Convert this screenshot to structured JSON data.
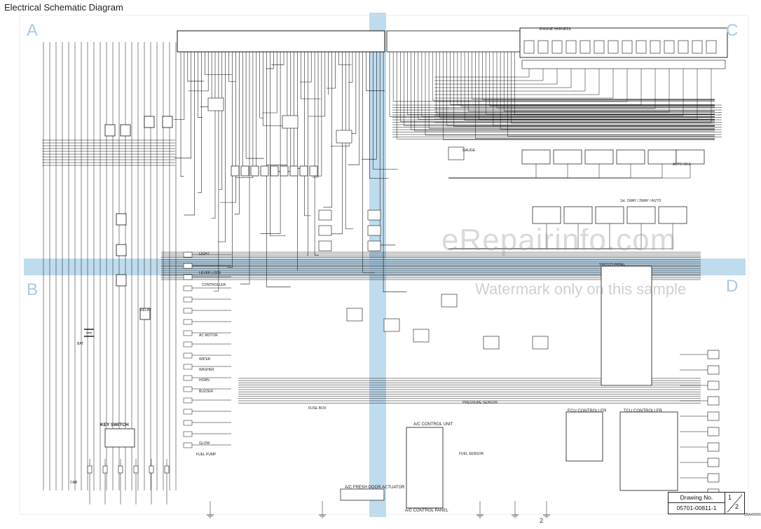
{
  "title": "Electrical Schematic Diagram",
  "zones": [
    "A",
    "B",
    "C",
    "D"
  ],
  "watermark": {
    "site": "eRepairinfo.com",
    "notice": "Watermark only on this sample"
  },
  "page_number": "2",
  "drawing_ref": "2BAA9006",
  "drawing_box": {
    "label": "Drawing No.",
    "number": "05701-00811-1",
    "sheet": "1",
    "of": "2"
  },
  "highlight_color": "#a9cfe8",
  "labels": {
    "key_switch": "KEY SWITCH",
    "ac_control_unit": "A/C CONTROL UNIT",
    "ac_fresh_door": "A/C FRESH DOOR ACTUATOR",
    "ac_control_panel": "A/C CONTROL PANEL",
    "fuel_pump": "FUEL PUMP",
    "lever_lock": "LEVER LOCK",
    "controller": "CONTROLLER",
    "ac_motor": "AC MOTOR",
    "cab": "CAB",
    "engine_harness": "ENGINE HARNESS",
    "switch_panel": "SWITCH PANEL",
    "auto_idle": "AUTO IDLE",
    "fuel_sensor": "FUEL SENSOR",
    "pressure_sensor": "PRESSURE SENSOR",
    "one_way": "1st. 1WAY / 2WAY / AUTO",
    "light": "LIGHT",
    "horn": "HORN",
    "wiper": "WIPER",
    "washer": "WASHER",
    "buzzer": "BUZZER",
    "glow": "GLOW",
    "battery": "BAT",
    "tcu": "TCU CONTROLLER",
    "ecu": "ECU CONTROLLER",
    "gauge": "GAUGE",
    "relay": "RELAY",
    "fuse_box": "FUSE BOX"
  }
}
